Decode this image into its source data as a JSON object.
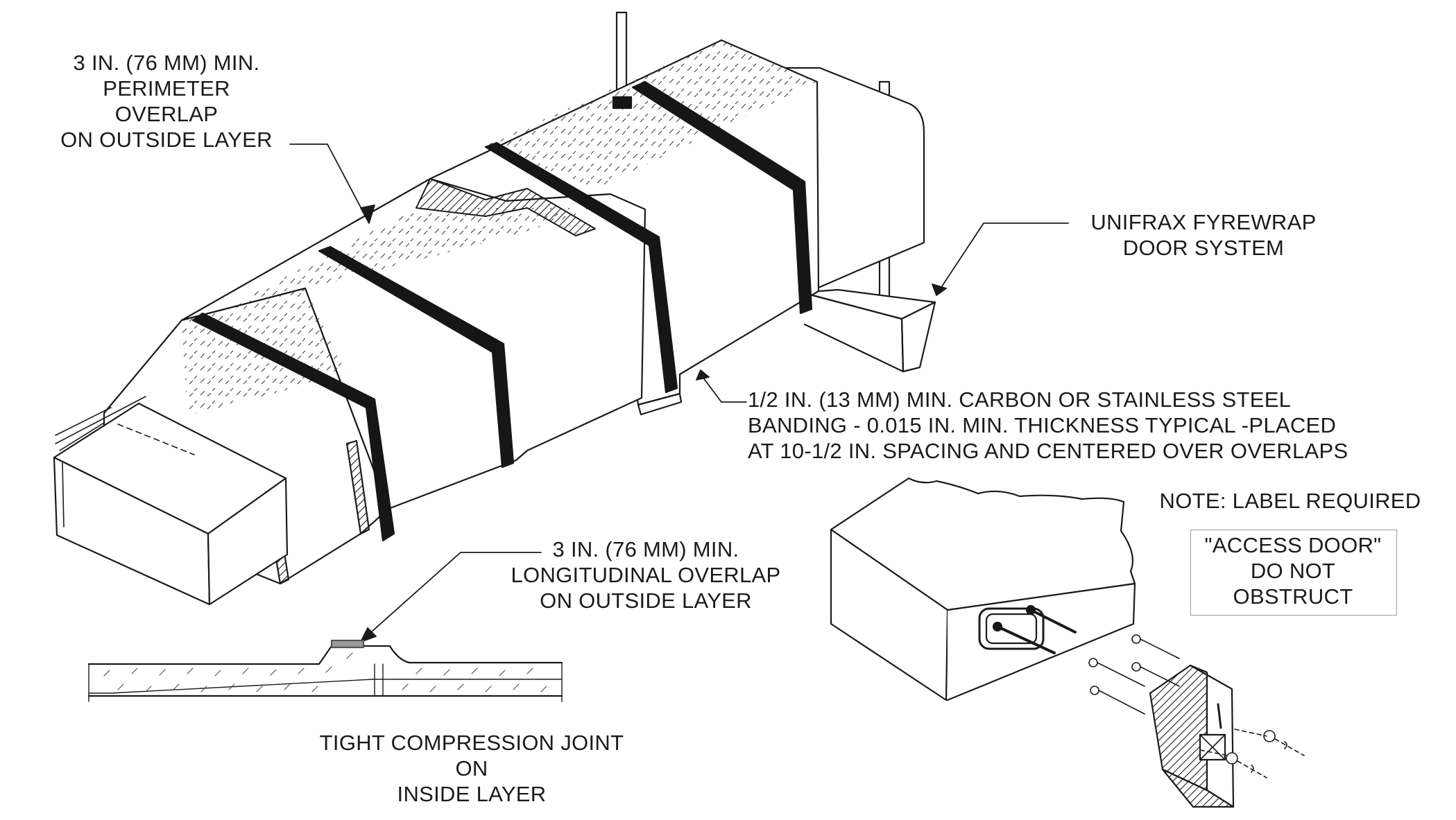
{
  "labels": {
    "perimeter_overlap": [
      "3 IN. (76 MM) MIN.",
      "PERIMETER",
      "OVERLAP",
      "ON OUTSIDE LAYER"
    ],
    "door_system": [
      "UNIFRAX FYREWRAP",
      "DOOR SYSTEM"
    ],
    "banding": [
      "1/2 IN. (13 MM) MIN. CARBON OR STAINLESS STEEL",
      "BANDING - 0.015 IN. MIN. THICKNESS TYPICAL -PLACED",
      "AT 10-1/2 IN. SPACING AND CENTERED OVER OVERLAPS"
    ],
    "longitudinal_overlap": [
      "3 IN. (76 MM) MIN.",
      "LONGITUDINAL OVERLAP",
      "ON OUTSIDE LAYER"
    ],
    "compression_joint": [
      "TIGHT COMPRESSION JOINT",
      "ON",
      "INSIDE LAYER"
    ],
    "note": "NOTE: LABEL REQUIRED",
    "access_label": [
      "\"ACCESS DOOR\"",
      "DO NOT",
      "OBSTRUCT"
    ]
  },
  "colors": {
    "ink": "#1a1a1a",
    "band": "#161616",
    "paper": "#ffffff",
    "box_border": "#9a9a9a"
  }
}
